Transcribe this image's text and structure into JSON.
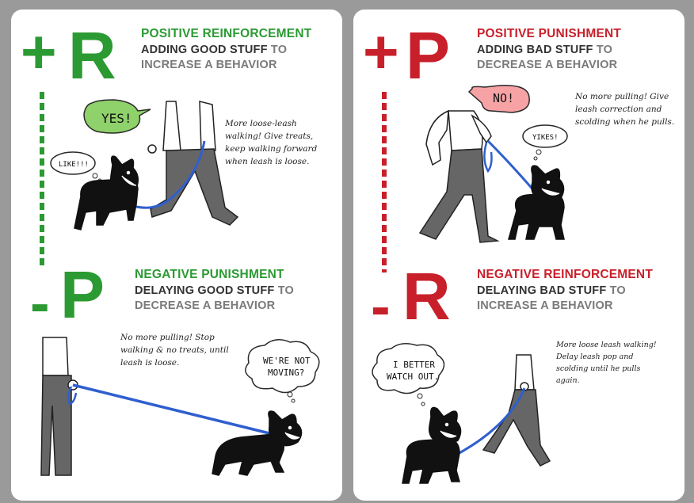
{
  "quadrants": {
    "positive_reinforcement": {
      "sign": "+",
      "letter": "R",
      "title": "POSITIVE REINFORCEMENT",
      "line1_bold": "ADDING GOOD STUFF",
      "line1_rest": " TO",
      "line2": "INCREASE A BEHAVIOR",
      "note": [
        "More loose-leash",
        "walking! Give treats,",
        "keep walking forward",
        "when leash is loose."
      ],
      "speech": "YES!",
      "dog_thought": "LIKE!!!"
    },
    "positive_punishment": {
      "sign": "+",
      "letter": "P",
      "title": "POSITIVE PUNISHMENT",
      "line1_bold": "ADDING BAD STUFF",
      "line1_rest": " TO",
      "line2": "DECREASE A BEHAVIOR",
      "note": [
        "No more pulling! Give",
        "leash correction and",
        "scolding when he pulls."
      ],
      "speech": "NO!",
      "dog_thought": "YIKES!"
    },
    "negative_punishment": {
      "sign": "-",
      "letter": "P",
      "title": "NEGATIVE PUNISHMENT",
      "line1_bold": "DELAYING GOOD STUFF",
      "line1_rest": " TO",
      "line2": "DECREASE A BEHAVIOR",
      "note": [
        "No more pulling! Stop",
        "walking & no treats, until",
        "leash is loose."
      ],
      "dog_thought": [
        "WE'RE NOT",
        "MOVING?"
      ]
    },
    "negative_reinforcement": {
      "sign": "-",
      "letter": "R",
      "title": "NEGATIVE REINFORCEMENT",
      "line1_bold": "DELAYING BAD STUFF",
      "line1_rest": " TO",
      "line2": "INCREASE A BEHAVIOR",
      "note": [
        "More loose leash walking!",
        "Delay leash pop and",
        "scolding until he pulls",
        "again."
      ],
      "dog_thought": [
        "I BETTER",
        "WATCH OUT."
      ]
    }
  },
  "colors": {
    "green": "#2b9a32",
    "red": "#c8202a",
    "leash": "#2f5fcf",
    "bubble_green": "#8fd16a",
    "bubble_pink": "#f7a3a6"
  }
}
